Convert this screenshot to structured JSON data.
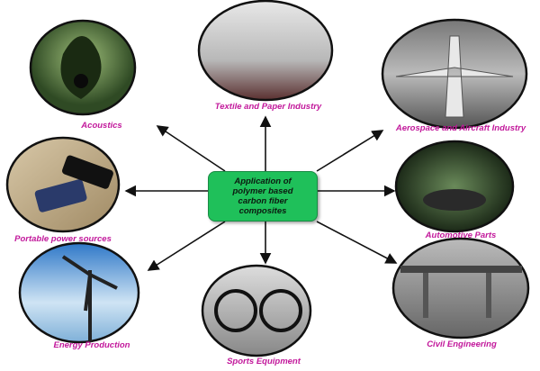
{
  "center": {
    "title": "Application of polymer based carbon fiber composites",
    "color": "#1fc05a"
  },
  "label_color": "#c2189b",
  "applications": [
    {
      "label": "Acoustics",
      "image": "acoustic-guitar"
    },
    {
      "label": "Textile and  Paper Industry",
      "image": "paper-roll-machine"
    },
    {
      "label": "Aerospace and Aircraft Industry",
      "image": "airplane"
    },
    {
      "label": "Portable power sources",
      "image": "power-bank-phone"
    },
    {
      "label": "Automotive Parts",
      "image": "car"
    },
    {
      "label": "Energy  Production",
      "image": "wind-turbine"
    },
    {
      "label": "Sports  Equipment",
      "image": "bicycle"
    },
    {
      "label": "Civil Engineering",
      "image": "bridge"
    }
  ]
}
